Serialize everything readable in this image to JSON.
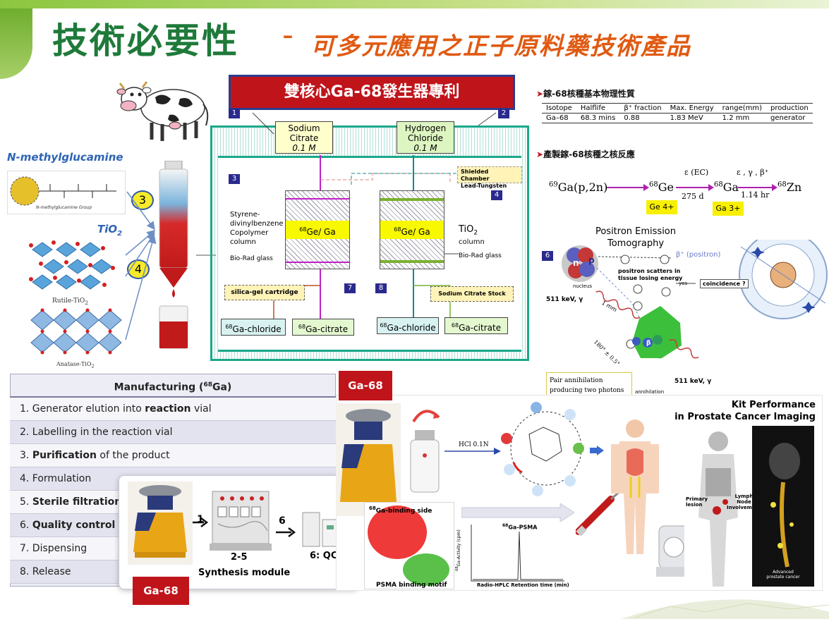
{
  "title": {
    "main": "技術必要性",
    "dash": "-",
    "sub": "可多元應用之正子原料藥技術產品"
  },
  "generator": {
    "header": "雙核心Ga-68發生器專利",
    "nums": [
      "1",
      "2",
      "3",
      "4",
      "6",
      "7",
      "8"
    ],
    "sodium_citrate": [
      "Sodium",
      "Citrate",
      "0.1 M"
    ],
    "hcl": [
      "Hydrogen",
      "Chloride",
      "0.1 M"
    ],
    "shielded": [
      "Shielded Chamber",
      "Lead-Tungsten"
    ],
    "styrene": [
      "Styrene-",
      "divinylbenzene",
      "Copolymer",
      "column"
    ],
    "tio2": "TiO",
    "tio2_sub": "2",
    "tio2_col": "column",
    "biorad_left": "Bio-Rad glass",
    "biorad_right": "Bio-Rad glass",
    "col_label_left": "Ge/ Ga",
    "col_label_right": "Ge/ Ga",
    "col_sup": "68",
    "silica": "silica-gel cartridge",
    "citrate_stock": "Sodium Citrate Stock",
    "out": [
      "Ga-chloride",
      "Ga-citrate",
      "Ga-chloride",
      "Ga-citrate"
    ],
    "out_sup": "68"
  },
  "left": {
    "nmg": "N-methylglucamine",
    "nmg_group": "N-methylglucamine Group",
    "tio2": "TiO",
    "tio2_sub": "2",
    "badge3": "3",
    "badge4": "4",
    "rutile": "Rutile-TiO",
    "rutile_sub": "2",
    "anatase": "Anatase-TiO",
    "anatase_sub": "2"
  },
  "props": {
    "heading": "鎵-68核種基本物理性質",
    "columns": [
      "Isotope",
      "Halflife",
      "β⁺ fraction",
      "Max. Energy",
      "range(mm)",
      "production"
    ],
    "row": [
      "Ga–68",
      "68.3 mins",
      "0.88",
      "1.83 MeV",
      "1.2 mm",
      "generator"
    ]
  },
  "reaction": {
    "heading": "產製鎵-68核種之核反應",
    "start": "Ga(p,2n)",
    "start_sup": "69",
    "ge": "Ge",
    "ge_sup": "68",
    "ec": "ε  (EC)",
    "t1": "275 d",
    "ga": "Ga",
    "ga_sup": "68",
    "decay": "ε , γ , β⁺",
    "t2": "1.14 hr",
    "zn": "Zn",
    "zn_sup": "68",
    "ge_ion": "Ge 4+",
    "ga_ion": "Ga 3+"
  },
  "pet": {
    "title": [
      "Positron Emission",
      "Tomography"
    ],
    "positron": "β⁺ (positron)",
    "scatters": [
      "positron scatters in",
      "tissue losing energy"
    ],
    "nucleus": "nucleus",
    "coincidence": "coincidence ?",
    "yes": "yes",
    "kev1": "511 keV, γ",
    "kev2": "511 keV, γ",
    "mm": "1 mm",
    "angle": "180° ± 0.5°",
    "annihilation": "annihilation",
    "pair": [
      "Pair annihilation",
      "producing two photons"
    ],
    "n": "n",
    "p": "p",
    "beta": "β"
  },
  "manufacturing": {
    "title": "Manufacturing (",
    "title_sup": "68",
    "title_end": "Ga)",
    "steps": [
      {
        "pre": "1. Generator elution into ",
        "bold": "reaction",
        "post": " vial"
      },
      {
        "pre": "2. Labelling in the reaction vial",
        "bold": "",
        "post": ""
      },
      {
        "pre": "3. ",
        "bold": "Purification",
        "post": " of the product"
      },
      {
        "pre": "4. Formulation",
        "bold": "",
        "post": ""
      },
      {
        "pre": "5. ",
        "bold": "Sterile filtration",
        "post": ""
      },
      {
        "pre": "6. ",
        "bold": "Quality control",
        "post": ""
      },
      {
        "pre": "7. Dispensing",
        "bold": "",
        "post": ""
      },
      {
        "pre": "8. Release",
        "bold": "",
        "post": ""
      }
    ]
  },
  "synthesis": {
    "one": "1",
    "six": "6",
    "mid": "2-5",
    "qc": "6: QC",
    "module": "Synthesis module",
    "tag": "Ga-68"
  },
  "psma": {
    "tag": "Ga-68",
    "hcl": "HCl 0.1N",
    "binding_side": "Ga-binding side",
    "binding_side_sup": "68",
    "motif": "PSMA binding motif",
    "peak": "Ga-PSMA",
    "peak_sup": "68",
    "yaxis": "Ga-Activity (cpm)",
    "yaxis_sup": "68",
    "xaxis": "Radio-HPLC Retention time (min)"
  },
  "kit": {
    "title": [
      "Kit Performance",
      "in Prostate Cancer Imaging"
    ],
    "primary": [
      "Primary",
      "lesion"
    ],
    "lymph": [
      "Lymph",
      "Node",
      "Involvement"
    ],
    "advanced": [
      "Advanced",
      "prostate cancer"
    ]
  }
}
